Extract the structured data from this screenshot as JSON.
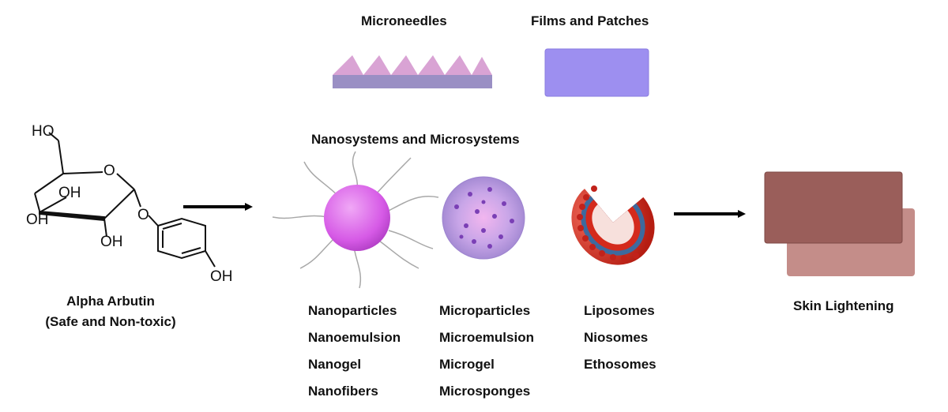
{
  "top_labels": {
    "microneedles": "Microneedles",
    "films_patches": "Films and Patches"
  },
  "systems_title": "Nanosystems and Microsystems",
  "molecule": {
    "atoms": {
      "ho_top": "HO",
      "o_ring": "O",
      "oh_inner": "OH",
      "oh_left": "OH",
      "oh_bottom": "OH",
      "o_link": "O",
      "oh_phenol": "OH"
    },
    "name": "Alpha Arbutin",
    "note": "(Safe and Non-toxic)"
  },
  "nano_list": [
    "Nanoparticles",
    "Nanoemulsion",
    "Nanogel",
    "Nanofibers"
  ],
  "micro_list": [
    "Microparticles",
    "Microemulsion",
    "Microgel",
    "Microsponges"
  ],
  "lipo_list": [
    "Liposomes",
    "Niosomes",
    "Ethosomes"
  ],
  "outcome": "Skin Lightening",
  "colors": {
    "microneedle_tips": "#d9a3d4",
    "microneedle_base": "#9a8fc4",
    "film": "#9d8ff0",
    "nanoparticle": "#d65ae6",
    "microparticle": "#b79ae0",
    "liposome_head": "#d42a1c",
    "liposome_tail": "#3d6a9e",
    "skin_front": "#9a5e5a",
    "skin_back": "#c48d89",
    "arrow": "#000000"
  }
}
